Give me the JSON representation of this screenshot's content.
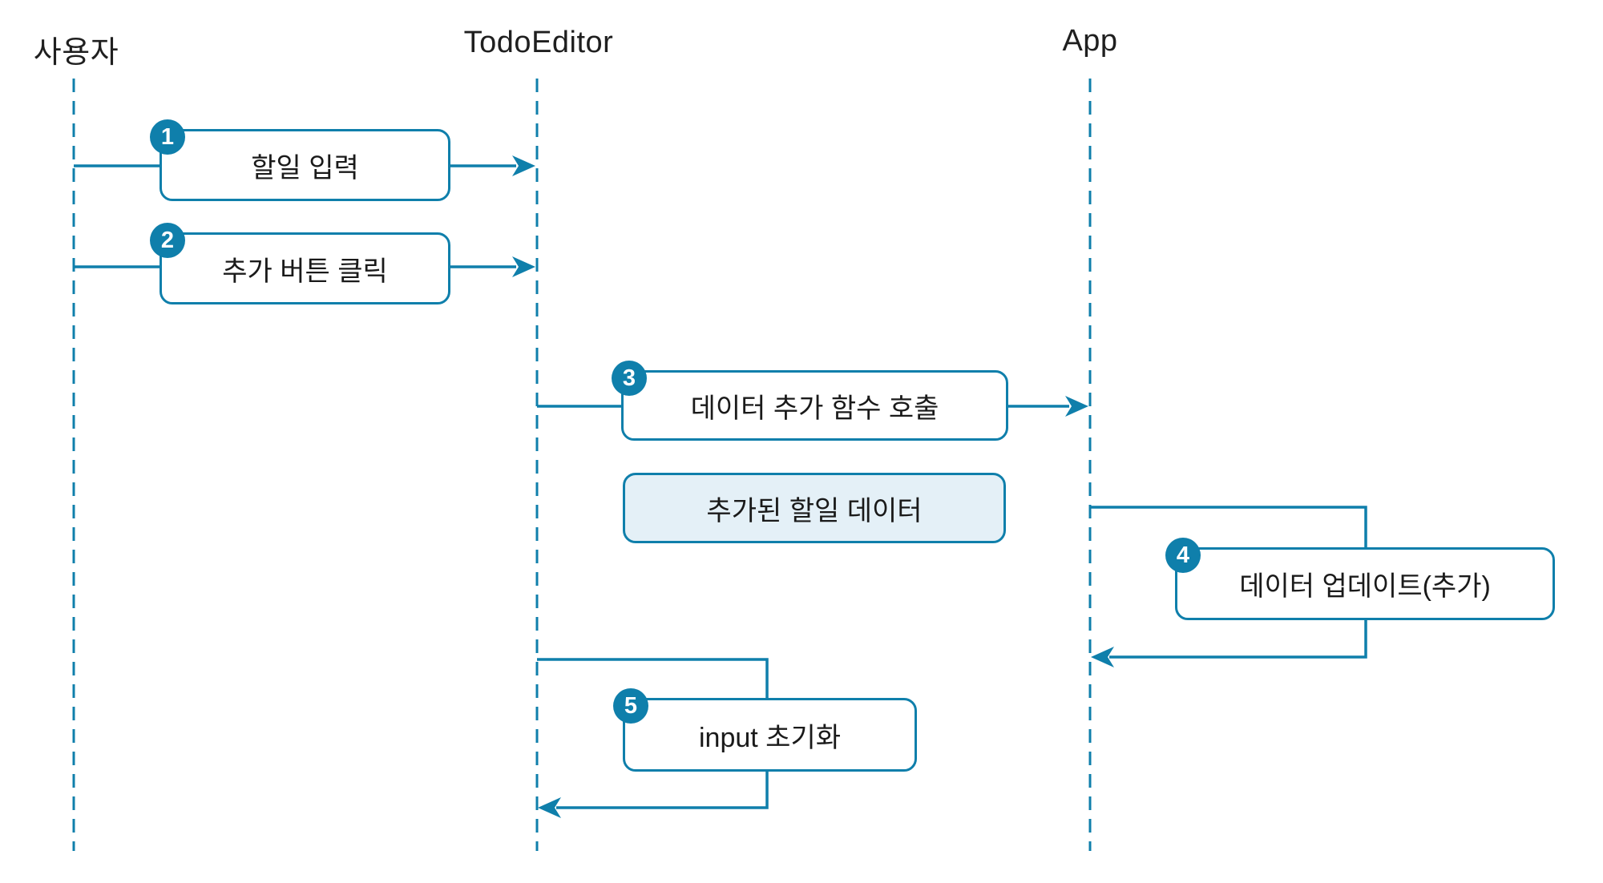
{
  "diagram": {
    "actors": [
      {
        "label": "사용자"
      },
      {
        "label": "TodoEditor"
      },
      {
        "label": "App"
      }
    ],
    "steps": [
      {
        "num": "1",
        "label": "할일 입력",
        "from": "사용자",
        "to": "TodoEditor",
        "kind": "message"
      },
      {
        "num": "2",
        "label": "추가 버튼 클릭",
        "from": "사용자",
        "to": "TodoEditor",
        "kind": "message"
      },
      {
        "num": "3",
        "label": "데이터 추가 함수 호출",
        "from": "TodoEditor",
        "to": "App",
        "kind": "message"
      },
      {
        "num": "4",
        "label": "데이터 업데이트(추가)",
        "from": "App",
        "to": "App",
        "kind": "self-loop"
      },
      {
        "num": "5",
        "label": "input 초기화",
        "from": "TodoEditor",
        "to": "TodoEditor",
        "kind": "self-loop"
      }
    ],
    "note": {
      "label": "추가된 할일 데이터"
    },
    "colors": {
      "accent": "#0f7fab",
      "note_fill": "#e4f0f7",
      "text": "#1a1a1a",
      "background": "#ffffff"
    }
  }
}
